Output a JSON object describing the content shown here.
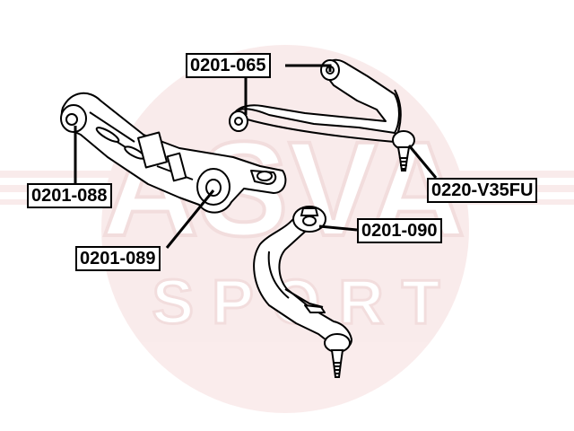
{
  "watermark": {
    "brand_text": "ASVA",
    "sub_text": "SPORT",
    "color": "#e8a8a8"
  },
  "labels": {
    "upper_arm_bushing": "0201-065",
    "lower_arm_front_bushing": "0201-088",
    "lower_arm_rear_bushing": "0201-089",
    "tension_rod_bushing": "0201-090",
    "upper_arm_ball_joint": "0220-V35FU"
  },
  "colors": {
    "line": "#000000",
    "part_fill": "#ffffff"
  }
}
